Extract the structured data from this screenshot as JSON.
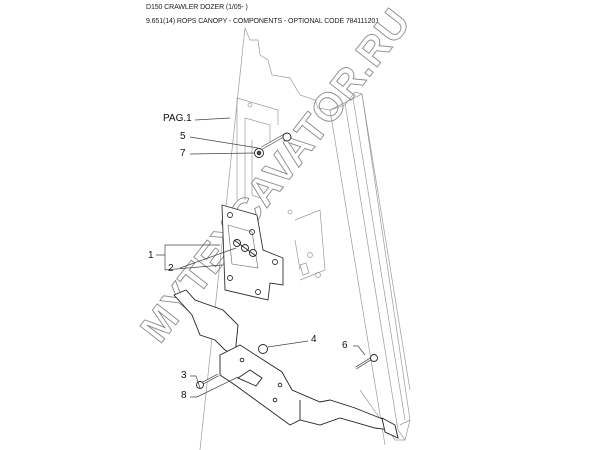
{
  "header": {
    "model": "D150 CRAWLER DOZER (1/05- )",
    "section": "9.651(14) ROPS CANOPY - COMPONENTS - OPTIONAL CODE 784111201"
  },
  "diagram": {
    "reference_label": "PAG.1",
    "watermark": "MYTEXCAVATOR.RU",
    "callouts": [
      {
        "id": "1",
        "label": "1"
      },
      {
        "id": "2",
        "label": "2"
      },
      {
        "id": "3",
        "label": "3"
      },
      {
        "id": "4",
        "label": "4"
      },
      {
        "id": "5",
        "label": "5"
      },
      {
        "id": "6",
        "label": "6"
      },
      {
        "id": "7",
        "label": "7"
      },
      {
        "id": "8",
        "label": "8"
      }
    ]
  },
  "colors": {
    "line": "#555555",
    "light_line": "#9a9a9a",
    "watermark": "#8a8a8a",
    "text": "#111111"
  }
}
